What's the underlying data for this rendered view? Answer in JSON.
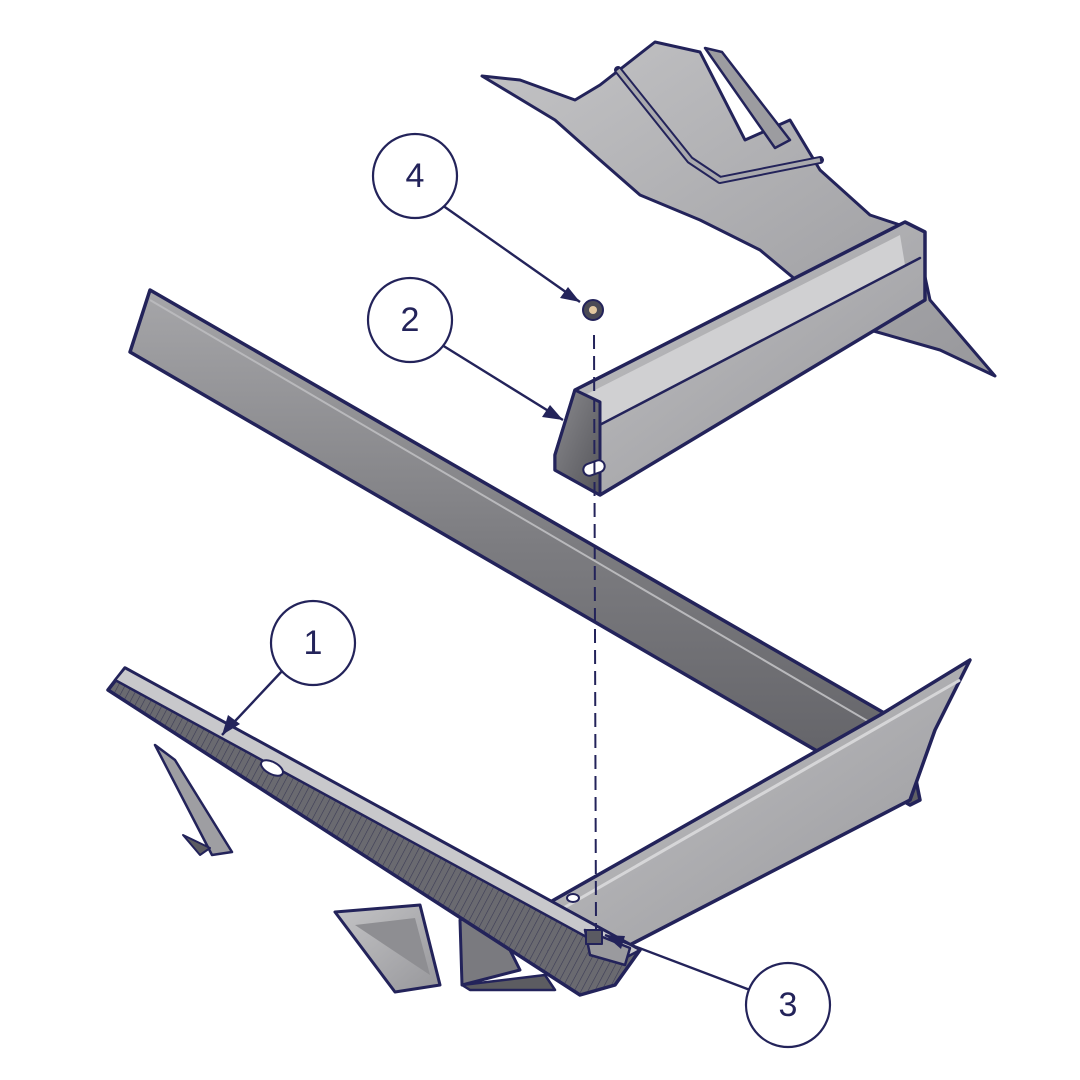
{
  "callouts": [
    {
      "id": "1",
      "label": "1"
    },
    {
      "id": "2",
      "label": "2"
    },
    {
      "id": "3",
      "label": "3"
    },
    {
      "id": "4",
      "label": "4"
    }
  ],
  "colors": {
    "outline": "#23235a",
    "steel_light": "#b4b4b6",
    "steel_mid": "#8e8e92",
    "steel_dark": "#5e5e63",
    "background": "#ffffff"
  }
}
